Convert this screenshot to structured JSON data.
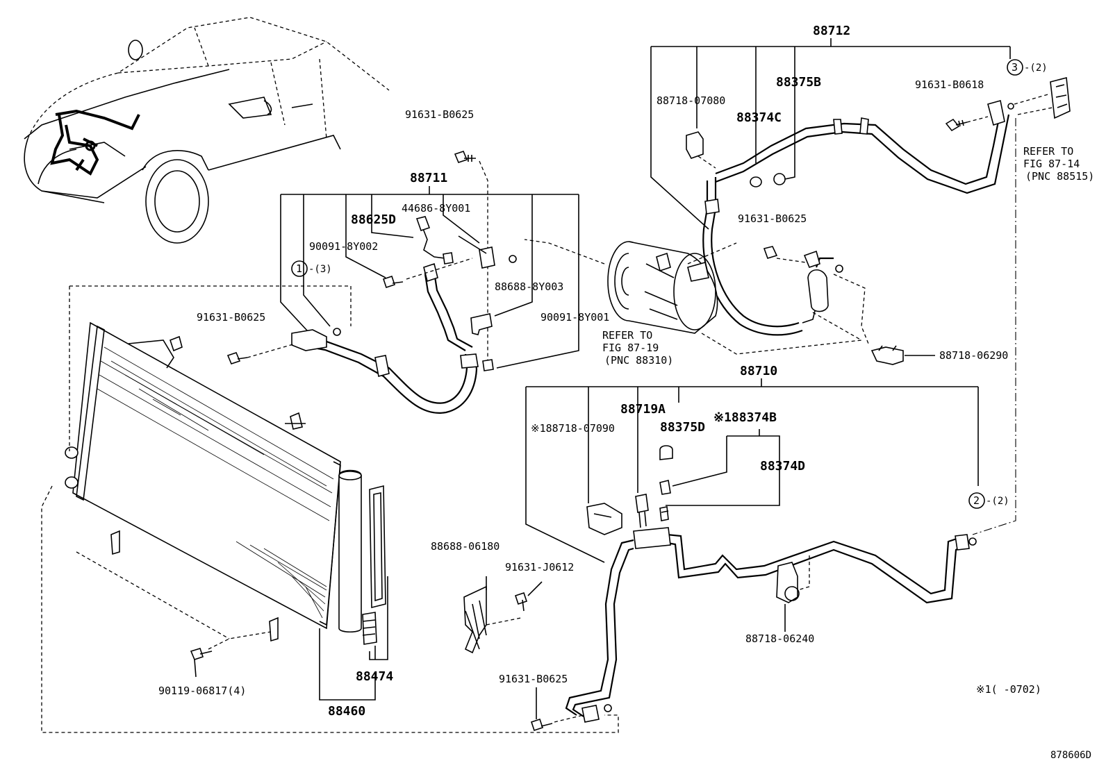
{
  "labels": {
    "p88712": "88712",
    "p88718_07080": "88718-07080",
    "p88375B": "88375B",
    "p88374C": "88374C",
    "p91631_B0618": "91631-B0618",
    "callout3": "3",
    "callout3_qty": "-(2)",
    "refer_87_14_a": "REFER TO",
    "refer_87_14_b": "FIG 87-14",
    "refer_87_14_c": "(PNC 88515)",
    "p91631_B0625_top": "91631-B0625",
    "p88711": "88711",
    "p44686_8Y001": "44686-8Y001",
    "p88625D": "88625D",
    "p90091_8Y002": "90091-8Y002",
    "callout1": "1",
    "callout1_qty": "-(3)",
    "p88688_8Y003": "88688-8Y003",
    "p90091_8Y001": "90091-8Y001",
    "p91631_B0625_left": "91631-B0625",
    "refer_87_19_a": "REFER TO",
    "refer_87_19_b": "FIG 87-19",
    "refer_87_19_c": "(PNC 88310)",
    "p91631_B0625_right": "91631-B0625",
    "p88718_06290": "88718-06290",
    "p88710": "88710",
    "p88719A": "88719A",
    "p88718_07090": "※188718-07090",
    "p88375D": "88375D",
    "p88374B": "※188374B",
    "p88374D": "88374D",
    "callout2": "2",
    "callout2_qty": "-(2)",
    "p88688_06180": "88688-06180",
    "p91631_J0612": "91631-J0612",
    "p88718_06240": "88718-06240",
    "p88474": "88474",
    "p90119_06817": "90119-06817(4)",
    "p88460": "88460",
    "p91631_B0625_bottom": "91631-B0625",
    "note": "※1(      -0702)",
    "figure_id": "878606D"
  }
}
